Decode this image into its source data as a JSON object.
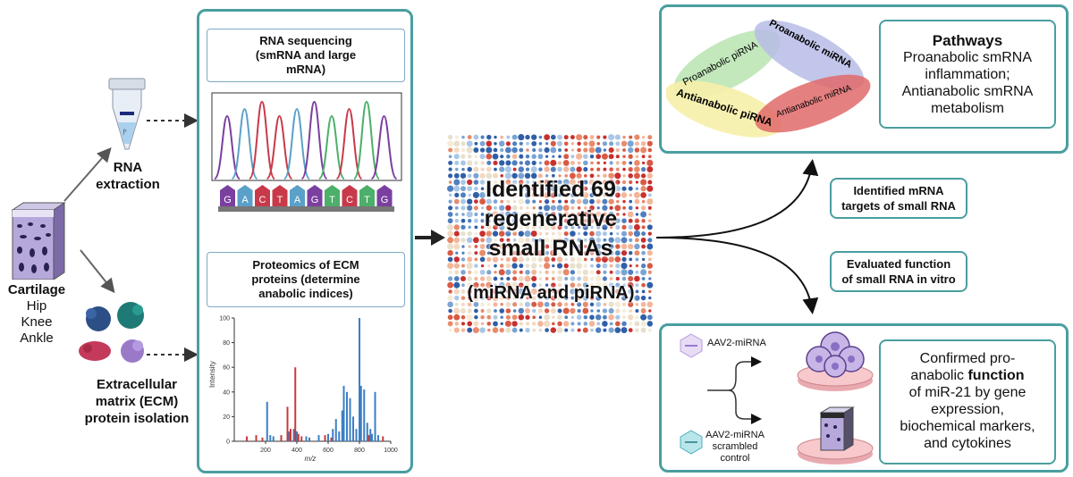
{
  "left": {
    "rna_extraction": "RNA\nextraction",
    "cartilage_title": "Cartilage",
    "joints": [
      "Hip",
      "Knee",
      "Ankle"
    ],
    "ecm_label": "Extracellular\nmatrix (ECM)\nprotein isolation"
  },
  "middle": {
    "rna_seq_title": "RNA sequencing\n(smRNA and large\nmRNA)",
    "bases": [
      "G",
      "A",
      "C",
      "T",
      "A",
      "G",
      "T",
      "C",
      "T",
      "G"
    ],
    "base_colors": [
      "#7b3fa0",
      "#5aa0c8",
      "#c83a4a",
      "#c83a4a",
      "#5aa0c8",
      "#7b3fa0",
      "#4caf6a",
      "#c83a4a",
      "#4caf6a",
      "#7b3fa0"
    ],
    "proteomics_title": "Proteomics of ECM\nproteins (determine\nanabolic indices)"
  },
  "chart_data": {
    "type": "bar",
    "xlabel": "m/z",
    "ylabel": "Intensity",
    "xlim": [
      0,
      1000
    ],
    "ylim": [
      0,
      100
    ],
    "xticks": [
      200,
      400,
      600,
      800,
      1000
    ],
    "yticks": [
      0,
      20,
      40,
      60,
      80,
      100
    ],
    "series": [
      {
        "color": "#3b7fc4",
        "points": [
          [
            210,
            32
          ],
          [
            230,
            5
          ],
          [
            250,
            4
          ],
          [
            350,
            8
          ],
          [
            380,
            10
          ],
          [
            400,
            8
          ],
          [
            460,
            4
          ],
          [
            480,
            3
          ],
          [
            540,
            5
          ],
          [
            600,
            6
          ],
          [
            630,
            10
          ],
          [
            650,
            18
          ],
          [
            670,
            8
          ],
          [
            690,
            25
          ],
          [
            700,
            45
          ],
          [
            720,
            40
          ],
          [
            740,
            35
          ],
          [
            760,
            20
          ],
          [
            780,
            10
          ],
          [
            800,
            100
          ],
          [
            810,
            45
          ],
          [
            830,
            42
          ],
          [
            850,
            15
          ],
          [
            870,
            10
          ],
          [
            880,
            6
          ],
          [
            900,
            40
          ],
          [
            920,
            5
          ]
        ]
      },
      {
        "color": "#c83a3a",
        "points": [
          [
            80,
            4
          ],
          [
            140,
            5
          ],
          [
            180,
            3
          ],
          [
            300,
            5
          ],
          [
            340,
            28
          ],
          [
            360,
            10
          ],
          [
            390,
            60
          ],
          [
            410,
            6
          ],
          [
            430,
            4
          ],
          [
            580,
            5
          ],
          [
            620,
            3
          ],
          [
            860,
            5
          ],
          [
            950,
            4
          ]
        ]
      }
    ]
  },
  "center": {
    "headline": "Identified 69\nregenerative\nsmall RNAs",
    "sub": "(miRNA and piRNA)"
  },
  "pathways": {
    "ellipses": [
      "Proanabolic piRNA",
      "Proanabolic miRNA",
      "Antianabolic piRNA",
      "Antianabolic miRNA"
    ],
    "title": "Pathways",
    "body": "Proanabolic smRNA\ninflammation;\nAntianabolic smRNA\nmetabolism"
  },
  "mid_right": {
    "targets": "Identified mRNA\ntargets of small RNA",
    "evaluated": "Evaluated function\nof small RNA in vitro"
  },
  "bottom_right": {
    "aav_label": "AAV2-miRNA",
    "aav_scr_label": "AAV2-miRNA\nscrambled\ncontrol",
    "confirmed_pre": "Confirmed pro-\nanabolic ",
    "confirmed_bold": "function",
    "confirmed_post": "\nof miR-21 by gene\nexpression,\nbiochemical markers,\nand cytokines"
  }
}
